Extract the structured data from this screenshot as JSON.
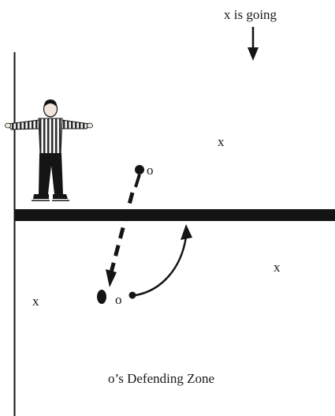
{
  "header": {
    "direction_caption": "x is going"
  },
  "players": {
    "x_top": "x",
    "x_right": "x",
    "x_left": "x",
    "o_upper": "o",
    "o_lower": "o"
  },
  "zone": {
    "caption": "o’s Defending Zone"
  },
  "colors": {
    "ink": "#141414",
    "background": "#ffffff",
    "referee_stripe": "#2a2a2a",
    "referee_shirt": "#f2f2f2"
  }
}
